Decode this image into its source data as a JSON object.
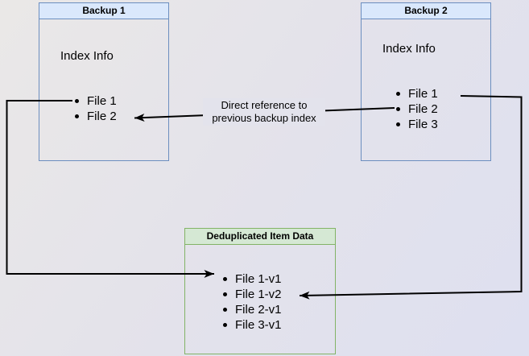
{
  "backup1": {
    "title": "Backup 1",
    "subtitle": "Index Info",
    "files": [
      "File 1",
      "File 2"
    ]
  },
  "backup2": {
    "title": "Backup 2",
    "subtitle": "Index Info",
    "files": [
      "File 1",
      "File 2",
      "File 3"
    ]
  },
  "dedup": {
    "title": "Deduplicated Item Data",
    "items": [
      "File 1-v1",
      "File 1-v2",
      "File 2-v1",
      "File 3-v1"
    ]
  },
  "edge_label": {
    "line1": "Direct reference to",
    "line2": "previous backup index"
  },
  "colors": {
    "blue_border": "#6c8ebf",
    "blue_fill": "#dae8fc",
    "green_border": "#82b366",
    "green_fill": "#d5e8d4",
    "arrow": "#000000",
    "canvas_mid": "#e3e3ec"
  }
}
